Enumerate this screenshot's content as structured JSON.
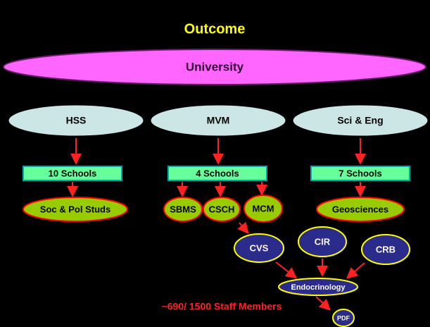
{
  "title": "Outcome",
  "root": "University",
  "colleges": [
    "HSS",
    "MVM",
    "Sci & Eng"
  ],
  "school_counts": [
    "10 Schools",
    "4 Schools",
    "7 Schools"
  ],
  "units": {
    "hss": [
      "Soc & Pol Studs"
    ],
    "mvm": [
      "SBMS",
      "CSCH",
      "MCM"
    ],
    "scieng": [
      "Geosciences"
    ]
  },
  "centres": [
    "CVS",
    "CIR",
    "CRB"
  ],
  "endocrinology": "Endocrinology",
  "pdf": "PDF",
  "staff_note": "~690/ 1500 Staff Members",
  "colors": {
    "background": "#000000",
    "title": "#ffff00",
    "university_fill": "#ff66ff",
    "college_fill": "#cce6e6",
    "school_box_fill": "#66ff99",
    "school_box_border": "#00aaaa",
    "unit_fill": "#99cc00",
    "unit_border": "#ff0000",
    "centre_fill": "#2b2b8c",
    "centre_border": "#ffff00",
    "arrow": "#ff2222",
    "staff_note": "#ff2222"
  }
}
